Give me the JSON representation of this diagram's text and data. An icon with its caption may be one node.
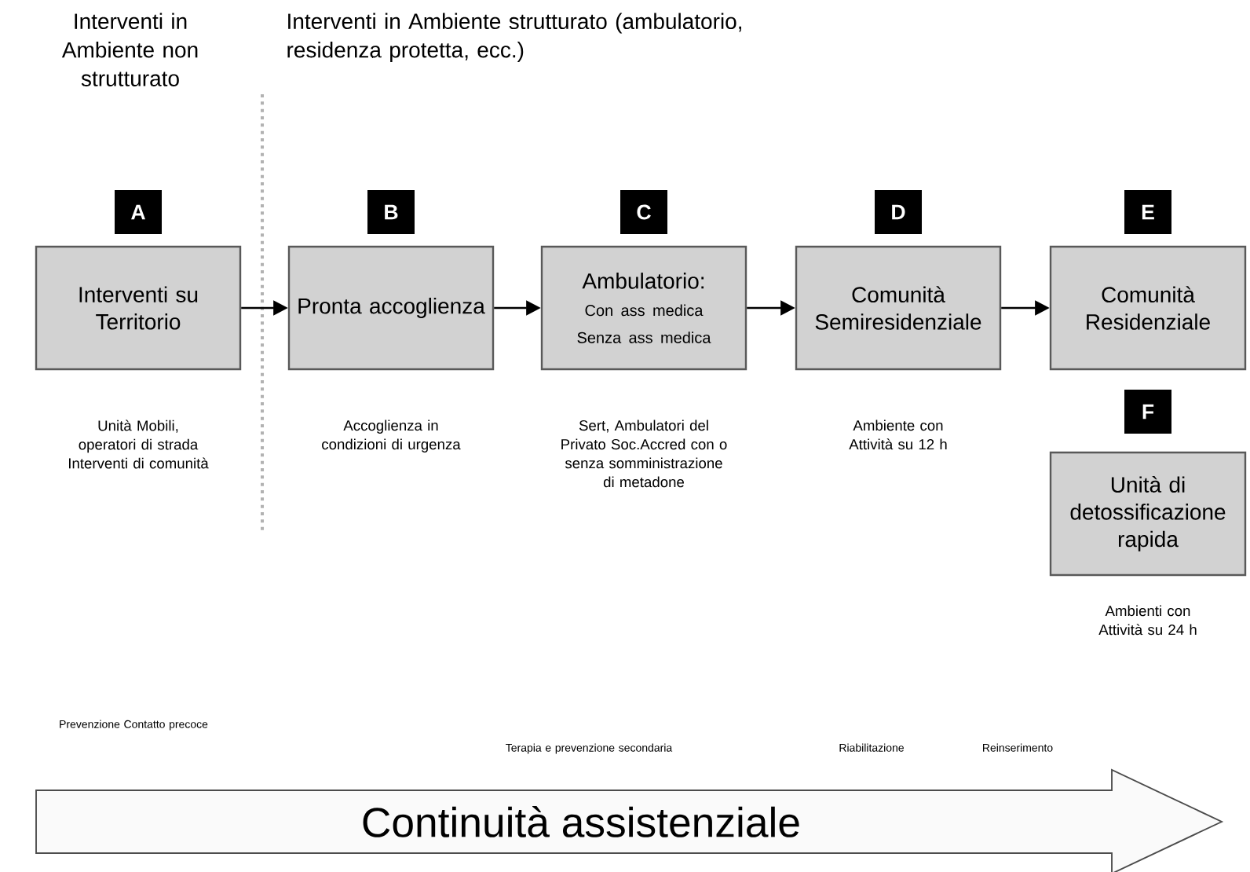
{
  "diagram": {
    "nodes": [
      {
        "text": [
          "A"
        ]
      },
      {
        "text": [
          "Interventi su Territorio"
        ],
        "beside": [
          "Unità Mobili, operatori di strada Interventi di comunità"
        ]
      },
      {
        "text": [
          "B"
        ]
      },
      {
        "text": [
          "Pronta accoglienza"
        ],
        "beside": [
          "Accoglienza in condizioni di urgenza"
        ]
      },
      {
        "text": [
          "C"
        ]
      },
      {
        "text": [
          "Ambulatorio:",
          "Con ass medica",
          "Senza ass medica"
        ],
        "beside": [
          "Sert, Ambulatori del Privato Soc.Accred con o senza somministrazione di metadone"
        ]
      },
      {
        "text": [
          "D"
        ]
      },
      {
        "text": [
          "Comunità Semiresidenziale"
        ],
        "beside": [
          "Ambiente con Attività su 12 h"
        ]
      },
      {
        "text": [
          "E"
        ]
      },
      {
        "text": [
          "Comunità Residenziale"
        ]
      },
      {
        "text": [
          "F"
        ]
      },
      {
        "text": [
          "Unità di detossificazione rapida"
        ],
        "beside": [
          "Ambienti con Attività su 24 h"
        ]
      },
      {
        "text": [
          "Continuità assistenziale"
        ]
      }
    ],
    "edges": [
      {
        "from": 1,
        "to": 3,
        "arrow": "to"
      },
      {
        "from": 3,
        "to": 5,
        "arrow": "to"
      },
      {
        "from": 5,
        "to": 7,
        "arrow": "to"
      },
      {
        "from": 7,
        "to": 9,
        "arrow": "to"
      }
    ],
    "labels": [
      "Interventi in Ambiente non strutturato",
      "Interventi in Ambiente strutturato (ambulatorio, residenza protetta, ecc.)",
      "Prevenzione Contatto precoce",
      "Terapia e prevenzione secondaria",
      "Riabilitazione",
      "Reinserimento"
    ]
  }
}
